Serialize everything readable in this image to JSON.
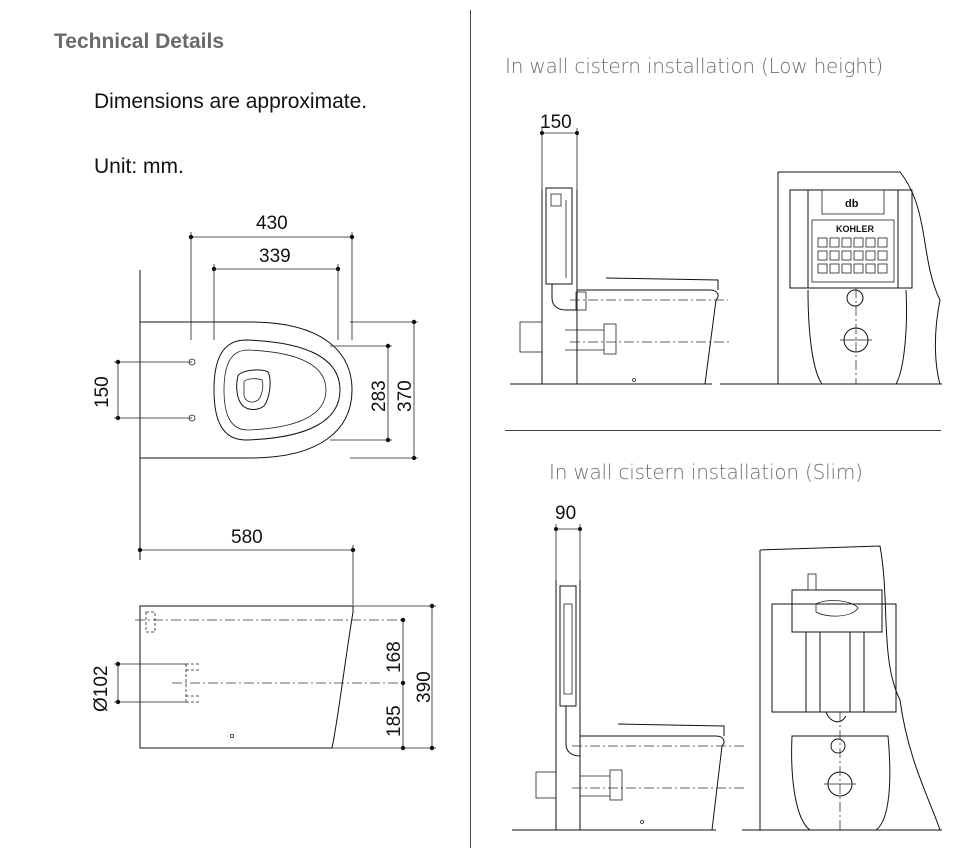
{
  "header": {
    "title": "Technical Details",
    "note_approx": "Dimensions are approximate.",
    "note_unit": "Unit: mm."
  },
  "sections": {
    "low_height_title": "In wall cistern installation (Low height)",
    "slim_title": "In wall cistern installation (Slim)"
  },
  "top_view": {
    "width_outer": "430",
    "width_inner": "339",
    "hole_spacing": "150",
    "depth_inner": "283",
    "depth_outer": "370"
  },
  "side_view": {
    "length": "580",
    "pipe_diameter": "Ø102",
    "upper_height": "168",
    "total_height": "390",
    "lower_height": "185"
  },
  "low_height_view": {
    "wall_depth": "150",
    "brand_label": "KOHLER"
  },
  "slim_view": {
    "wall_depth": "90"
  },
  "colors": {
    "heading_gray": "#6a6a6a",
    "line_black": "#111111",
    "subtitle_gray": "#6f6f6f"
  }
}
